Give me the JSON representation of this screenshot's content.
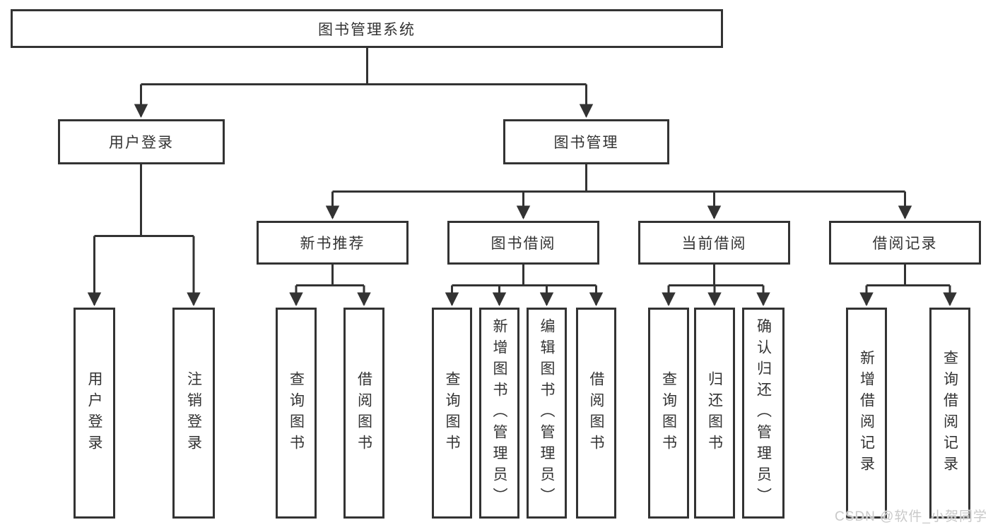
{
  "tree": {
    "label": "图书管理系统",
    "children": [
      {
        "label": "用户登录",
        "children": [
          {
            "label": "用户登录"
          },
          {
            "label": "注销登录"
          }
        ]
      },
      {
        "label": "图书管理",
        "children": [
          {
            "label": "新书推荐",
            "children": [
              {
                "label": "查询图书"
              },
              {
                "label": "借阅图书"
              }
            ]
          },
          {
            "label": "图书借阅",
            "children": [
              {
                "label": "查询图书"
              },
              {
                "label": "新增图书（管理员）"
              },
              {
                "label": "编辑图书（管理员）"
              },
              {
                "label": "借阅图书"
              }
            ]
          },
          {
            "label": "当前借阅",
            "children": [
              {
                "label": "查询图书"
              },
              {
                "label": "归还图书"
              },
              {
                "label": "确认归还（管理员）"
              }
            ]
          },
          {
            "label": "借阅记录",
            "children": [
              {
                "label": "新增借阅记录"
              },
              {
                "label": "查询借阅记录"
              }
            ]
          }
        ]
      }
    ]
  },
  "watermark": "CSDN @软件_小贺同学",
  "colors": {
    "line": "#333333",
    "box_border": "#333333",
    "text": "#333333",
    "background": "#ffffff",
    "watermark": "#c9c9c9"
  }
}
